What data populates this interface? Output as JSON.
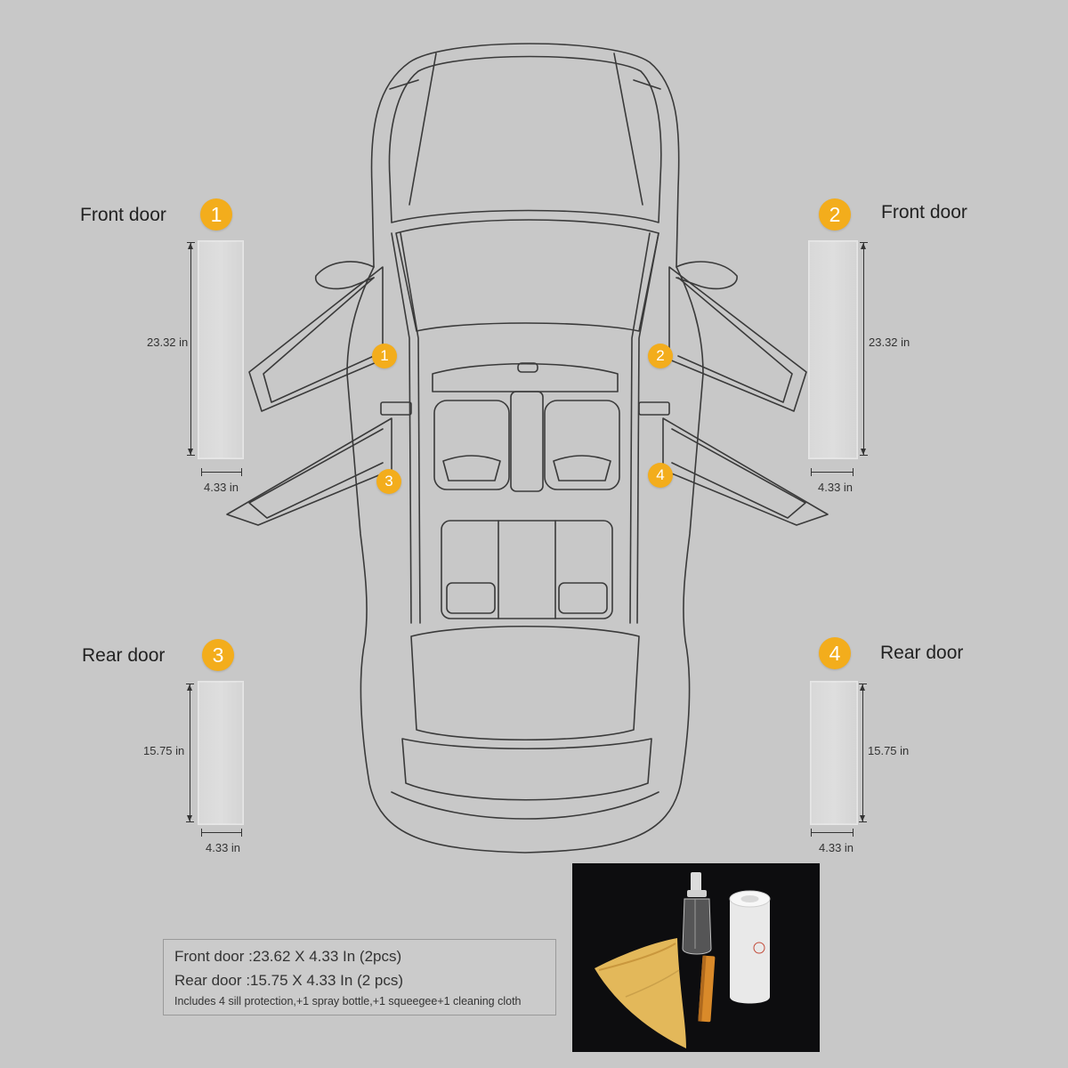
{
  "labels": {
    "front_left": {
      "title": "Front door",
      "badge": "1",
      "height": "23.32 in",
      "width": "4.33 in"
    },
    "front_right": {
      "title": "Front door",
      "badge": "2",
      "height": "23.32 in",
      "width": "4.33 in"
    },
    "rear_left": {
      "title": "Rear door",
      "badge": "3",
      "height": "15.75 in",
      "width": "4.33 in"
    },
    "rear_right": {
      "title": "Rear door",
      "badge": "4",
      "height": "15.75 in",
      "width": "4.33 in"
    }
  },
  "car_markers": [
    "1",
    "2",
    "3",
    "4"
  ],
  "info": {
    "front_line": "Front door :23.62 X 4.33 In (2pcs)",
    "rear_line": "Rear door :15.75 X 4.33 In (2 pcs)",
    "includes": "Includes 4 sill protection,+1 spray bottle,+1 squeegee+1 cleaning cloth"
  },
  "colors": {
    "background": "#c8c8c8",
    "badge": "#f3ad1c",
    "car_outline": "#3a3a3a",
    "photo_background": "#0d0d0f"
  }
}
